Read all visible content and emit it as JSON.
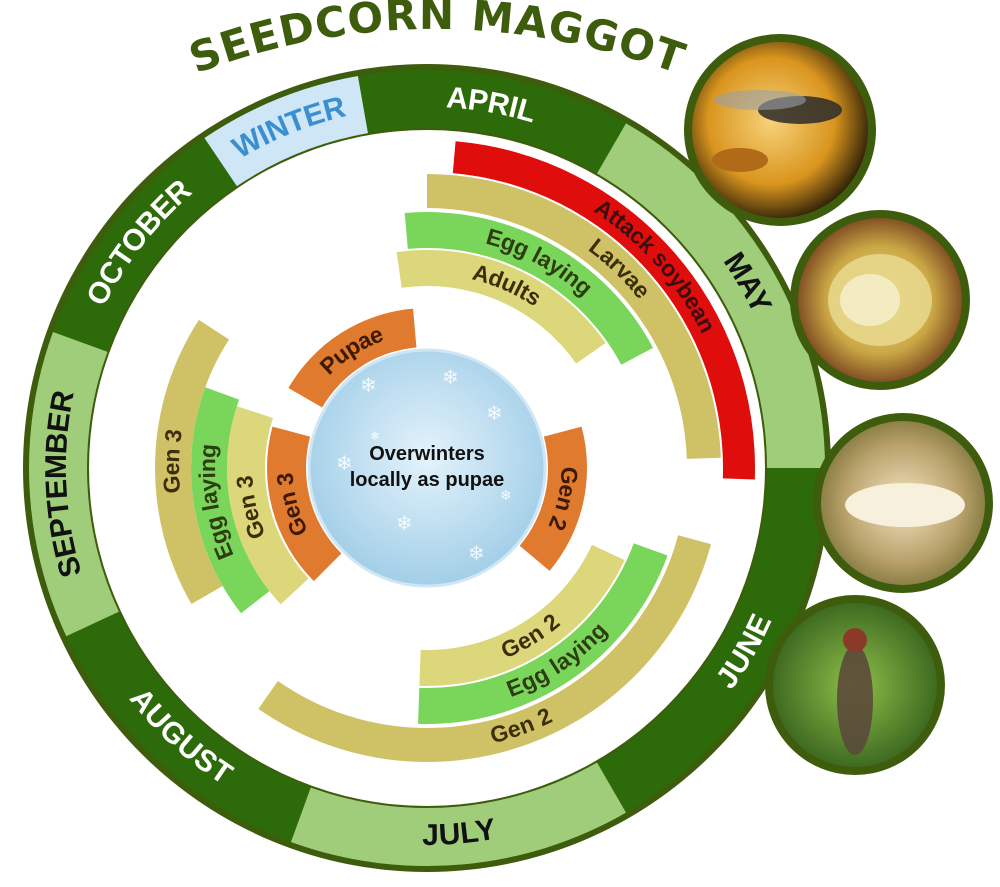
{
  "title": "SEEDCORN MAGGOT",
  "colors": {
    "dark_green": "#2d6b0a",
    "light_green": "#9fcd7a",
    "winter_blue": "#cfe6f7",
    "winter_text": "#3a8fd0",
    "outline_green": "#3d5c0c",
    "khaki": "#cfc266",
    "pale_khaki": "#dcd77a",
    "bright_green": "#7ad65a",
    "orange": "#e07a2f",
    "red": "#e00d0d",
    "center_blue": "#b7dcf0"
  },
  "months": [
    {
      "label": "APRIL",
      "style": "dark"
    },
    {
      "label": "MAY",
      "style": "light"
    },
    {
      "label": "JUNE",
      "style": "dark"
    },
    {
      "label": "JULY",
      "style": "light"
    },
    {
      "label": "AUGUST",
      "style": "dark"
    },
    {
      "label": "SEPTEMBER",
      "style": "light"
    },
    {
      "label": "OCTOBER",
      "style": "dark"
    },
    {
      "label": "WINTER",
      "style": "winter"
    }
  ],
  "center": {
    "line1": "Overwinters",
    "line2": "locally as pupae"
  },
  "stages": {
    "pupae": "Pupae",
    "adults": "Adults",
    "egg_laying": "Egg laying",
    "larvae": "Larvae",
    "attack_soybean": "Attack soybean",
    "gen2_pupae": "Gen 2",
    "gen2_adults": "Gen 2",
    "gen2_egg_laying": "Egg laying",
    "gen2_larvae": "Gen 2",
    "gen3_pupae": "Gen 3",
    "gen3_adults": "Gen 3",
    "gen3_egg_laying": "Egg laying",
    "gen3_larvae": "Gen 3"
  },
  "photos": [
    {
      "icon": "adult-fly-on-seed-icon"
    },
    {
      "icon": "damaged-seed-icon"
    },
    {
      "icon": "larva-icon"
    },
    {
      "icon": "adult-fly-on-leaf-icon"
    }
  ]
}
